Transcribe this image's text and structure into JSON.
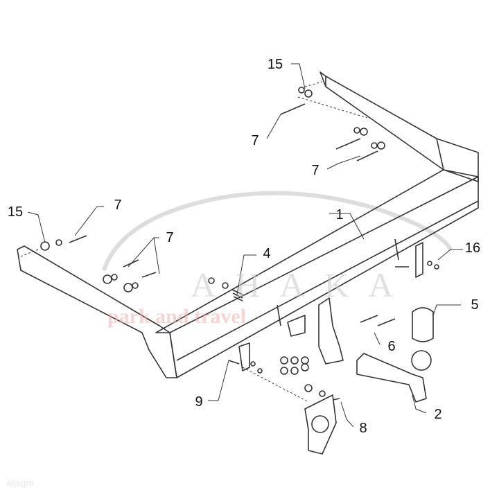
{
  "diagram": {
    "part_labels": [
      "15",
      "7",
      "7",
      "15",
      "7",
      "7",
      "1",
      "4",
      "16",
      "5",
      "6",
      "9",
      "8",
      "2"
    ],
    "watermark": {
      "brand": "AHAKA",
      "tagline": "park and travel",
      "corner": "allegro"
    },
    "line_color": "#333333"
  }
}
